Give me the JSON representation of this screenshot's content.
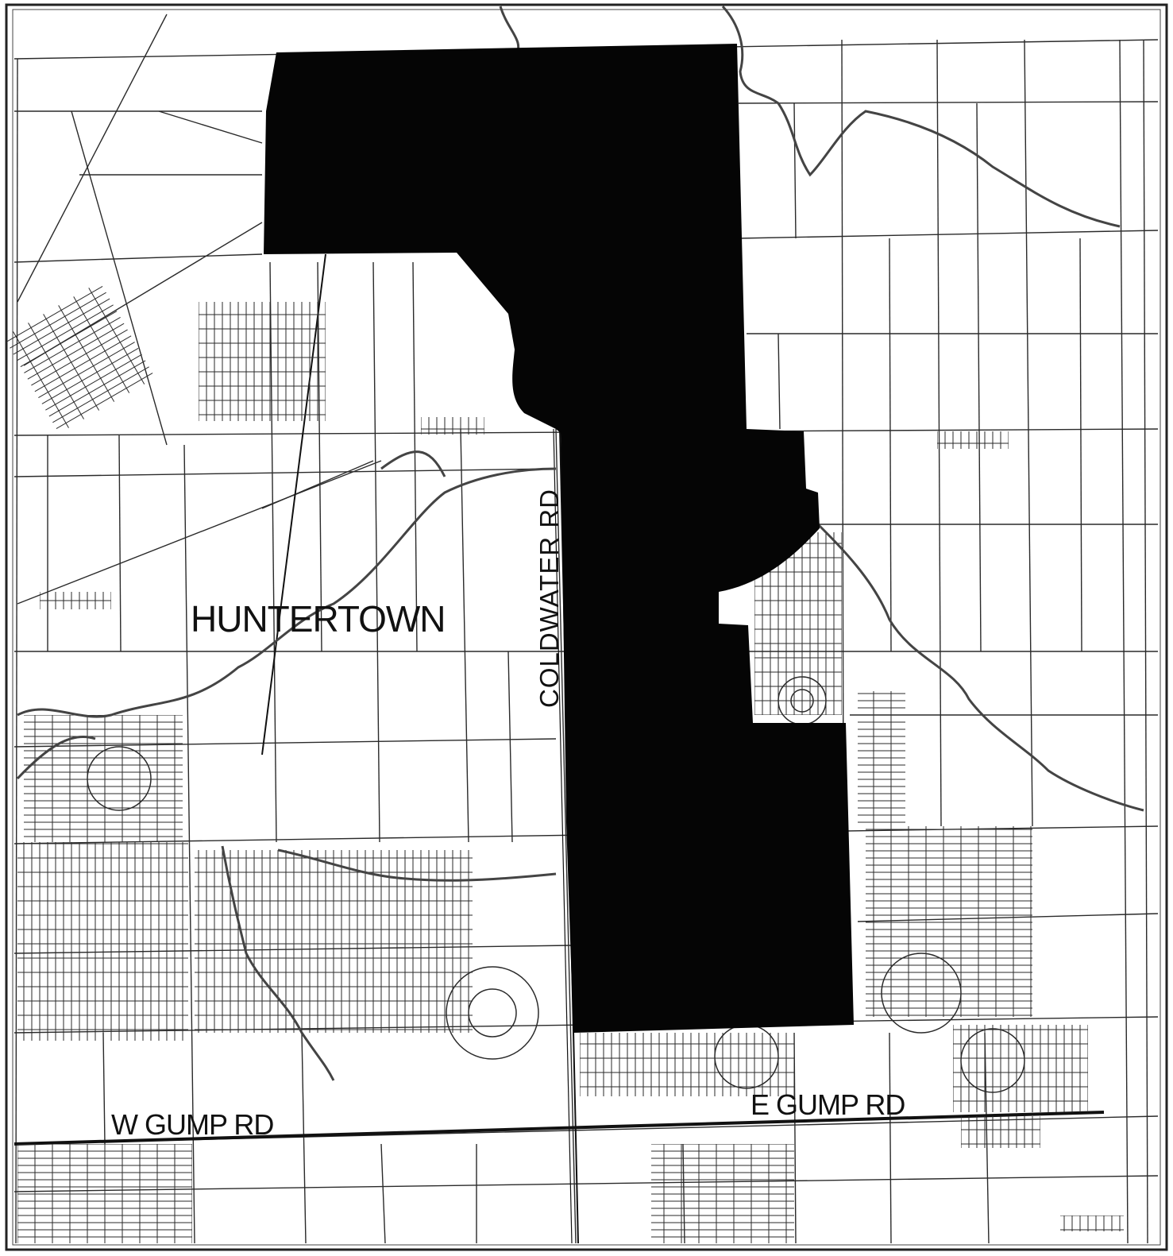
{
  "map": {
    "place_label": "HUNTERTOWN",
    "roads": {
      "coldwater": "COLDWATER RD",
      "w_gump": "W GUMP RD",
      "e_gump": "E GUMP RD"
    },
    "credit": "",
    "colors": {
      "background": "#ffffff",
      "parcel_lines": "#2a2a2a",
      "highlight_area": "#050505",
      "stream": "#444444",
      "frame": "#222222"
    }
  }
}
